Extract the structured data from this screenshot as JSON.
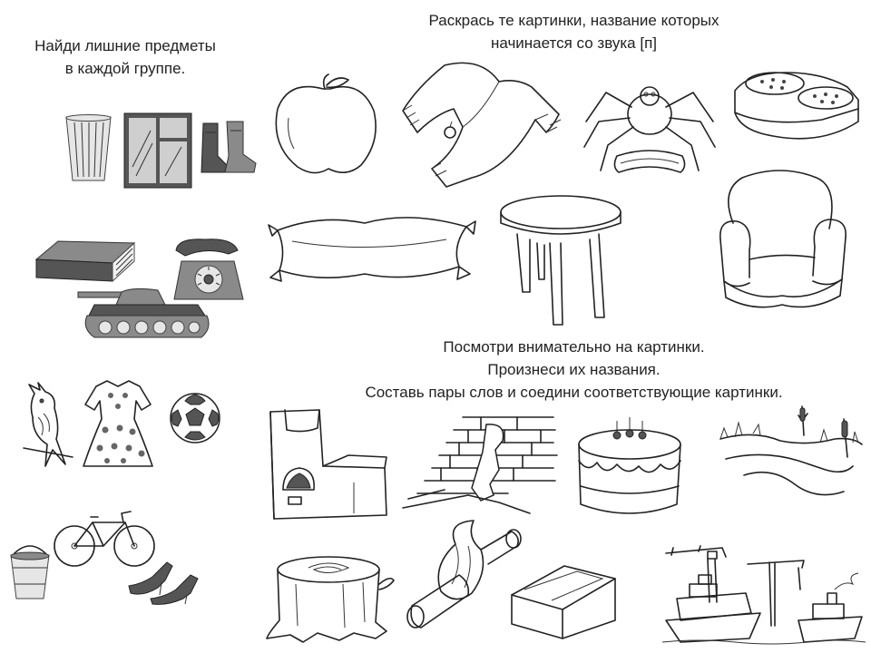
{
  "left_task": {
    "lines": [
      "Найди лишние предметы",
      "в каждой группе."
    ]
  },
  "top_task": {
    "lines": [
      "Раскрась те картинки, название которых",
      "начинается со звука  [п]"
    ]
  },
  "middle_task": {
    "lines": [
      "Посмотри внимательно на картинки.",
      "Произнеси их названия.",
      "Составь пары слов и соедини соответствующие картинки."
    ]
  }
}
